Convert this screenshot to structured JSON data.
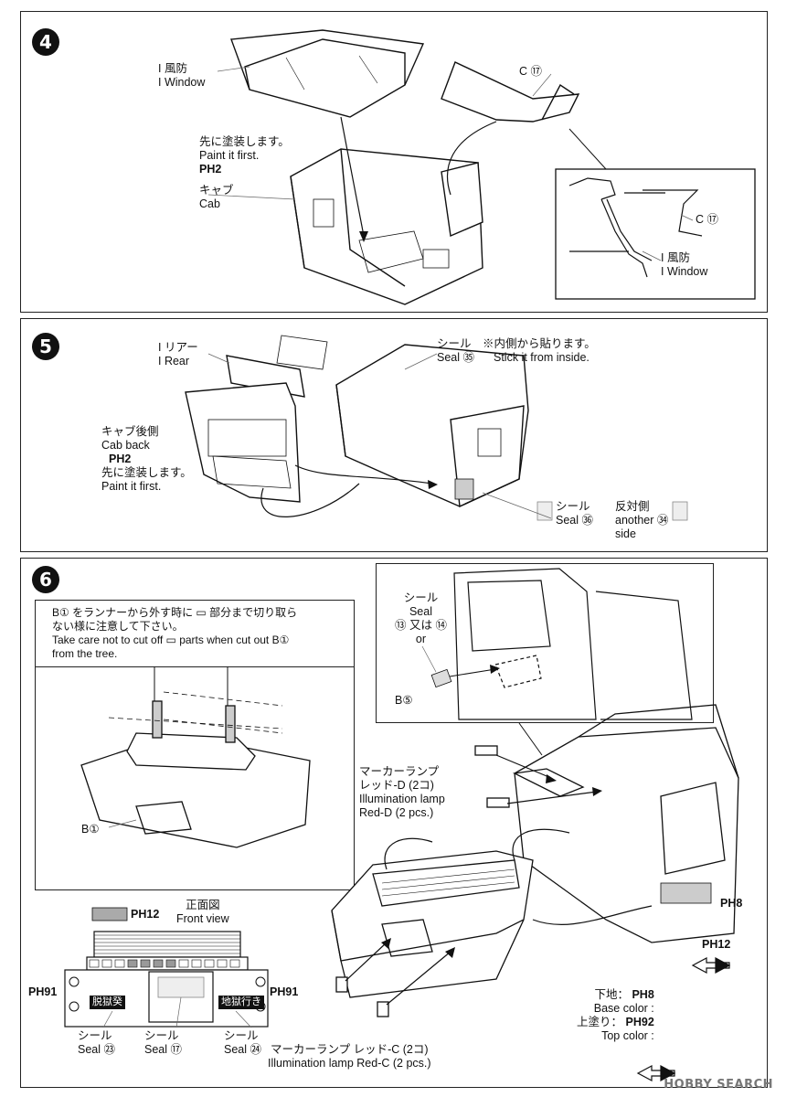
{
  "step4": {
    "badge": "4",
    "window_label_jp": "I 風防",
    "window_label_en": "I Window",
    "paint_first_jp": "先に塗装します。",
    "paint_first_en": "Paint it first.",
    "paint_code": "PH2",
    "cab_jp": "キャブ",
    "cab_en": "Cab",
    "part_c17_top": "C ⑰",
    "detail_c17": "C ⑰",
    "detail_window_jp": "I 風防",
    "detail_window_en": "I Window"
  },
  "step5": {
    "badge": "5",
    "rear_jp": "I リアー",
    "rear_en": "I Rear",
    "seal_jp": "シール",
    "seal_en": "Seal",
    "seal_num_35": "㉟",
    "inside_note_jp": "※内側から貼ります。",
    "inside_note_en": "Stick it from inside.",
    "cab_back_jp": "キャブ後側",
    "cab_back_en": "Cab back",
    "paint_code": "PH2",
    "paint_first_jp": "先に塗装します。",
    "paint_first_en": "Paint it first.",
    "seal36_jp": "シール",
    "seal36_en": "Seal",
    "seal_num_36": "㊱",
    "other_side_jp": "反対側",
    "other_side_en1": "another",
    "other_side_en2": "side",
    "seal_num_34": "㉞"
  },
  "step6": {
    "badge": "6",
    "note_jp1": "B① をランナーから外す時に ▭ 部分まで切り取ら",
    "note_jp2": "ない様に注意して下さい。",
    "note_en1": "Take care not to cut off ▭ parts when cut out B①",
    "note_en2": "from the tree.",
    "b1": "B①",
    "seal_jp": "シール",
    "seal_en": "Seal",
    "seal_or_jp": "⑬ 又は ⑭",
    "seal_or_en": "or",
    "b5": "B⑤",
    "marker_d_jp": "マーカーランプ",
    "marker_d_jp2": "レッド-D (2コ)",
    "marker_d_en1": "Illumination lamp",
    "marker_d_en2": "Red-D (2 pcs.)",
    "ph8": "PH8",
    "ph12": "PH12",
    "front_view_jp": "正面図",
    "front_view_en": "Front view",
    "ph91_left": "PH91",
    "ph91_right": "PH91",
    "plate_left": "脱獄癸",
    "plate_right": "地獄行き",
    "seal23_jp": "シール",
    "seal23_en": "Seal",
    "seal23_num": "㉓",
    "seal17_jp": "シール",
    "seal17_en": "Seal",
    "seal17_num": "⑰",
    "seal24_jp": "シール",
    "seal24_en": "Seal",
    "seal24_num": "㉔",
    "marker_c_jp": "マーカーランプ レッド-C (2コ)",
    "marker_c_en": "Illumination lamp Red-C (2 pcs.)",
    "base_jp": "下地：",
    "base_en": "Base color :",
    "base_code": "PH8",
    "top_jp": "上塗り：",
    "top_en": "Top color :",
    "top_code": "PH92"
  },
  "watermark": "HOBBY SEARCH"
}
